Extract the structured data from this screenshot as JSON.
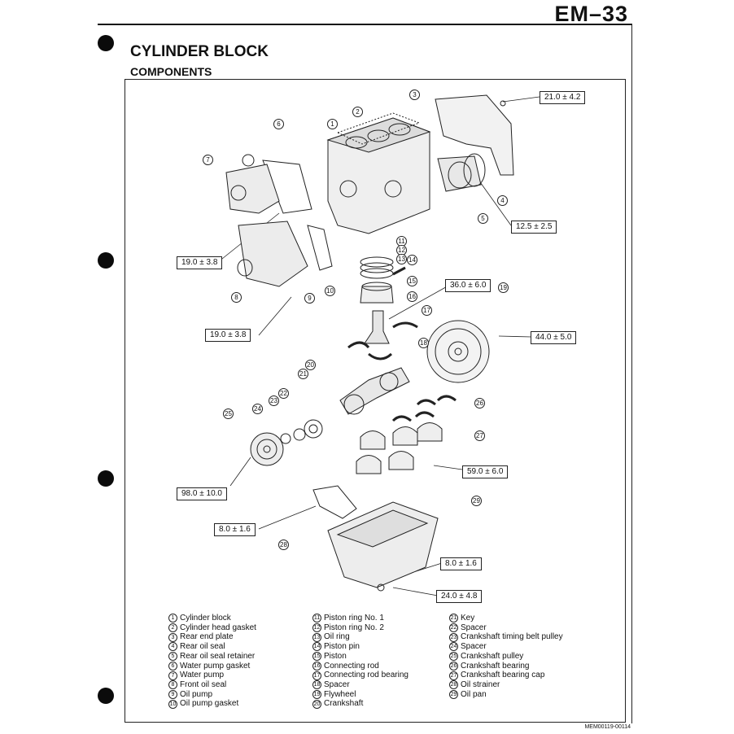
{
  "header": {
    "page_number": "EM–33"
  },
  "title": "CYLINDER BLOCK",
  "subtitle": "COMPONENTS",
  "torques": [
    "21.0 ± 4.2",
    "12.5 ± 2.5",
    "19.0 ± 3.8",
    "19.0 ± 3.8",
    "36.0 ± 6.0",
    "44.0 ± 5.0",
    "98.0 ± 10.0",
    "59.0 ± 6.0",
    "8.0 ± 1.6",
    "8.0 ± 1.6",
    "24.0 ± 4.8"
  ],
  "legend": {
    "col1": [
      {
        "num": "1",
        "label": "Cylinder block"
      },
      {
        "num": "2",
        "label": "Cylinder head gasket"
      },
      {
        "num": "3",
        "label": "Rear end plate"
      },
      {
        "num": "4",
        "label": "Rear oil seal"
      },
      {
        "num": "5",
        "label": "Rear oil seal retainer"
      },
      {
        "num": "6",
        "label": "Water pump gasket"
      },
      {
        "num": "7",
        "label": "Water pump"
      },
      {
        "num": "8",
        "label": "Front oil seal"
      },
      {
        "num": "9",
        "label": "Oil pump"
      },
      {
        "num": "10",
        "label": "Oil pump gasket"
      }
    ],
    "col2": [
      {
        "num": "11",
        "label": "Piston ring No. 1"
      },
      {
        "num": "12",
        "label": "Piston ring No. 2"
      },
      {
        "num": "13",
        "label": "Oil ring"
      },
      {
        "num": "14",
        "label": "Piston pin"
      },
      {
        "num": "15",
        "label": "Piston"
      },
      {
        "num": "16",
        "label": "Connecting rod"
      },
      {
        "num": "17",
        "label": "Connecting rod bearing"
      },
      {
        "num": "18",
        "label": "Spacer"
      },
      {
        "num": "19",
        "label": "Flywheel"
      },
      {
        "num": "20",
        "label": "Crankshaft"
      }
    ],
    "col3": [
      {
        "num": "21",
        "label": "Key"
      },
      {
        "num": "22",
        "label": "Spacer"
      },
      {
        "num": "23",
        "label": "Crankshaft timing belt pulley"
      },
      {
        "num": "24",
        "label": "Spacer"
      },
      {
        "num": "25",
        "label": "Crankshaft pulley"
      },
      {
        "num": "26",
        "label": "Crankshaft bearing"
      },
      {
        "num": "27",
        "label": "Crankshaft bearing cap"
      },
      {
        "num": "28",
        "label": "Oil strainer"
      },
      {
        "num": "29",
        "label": "Oil pan"
      }
    ]
  },
  "footer": "MEM00119-00114"
}
